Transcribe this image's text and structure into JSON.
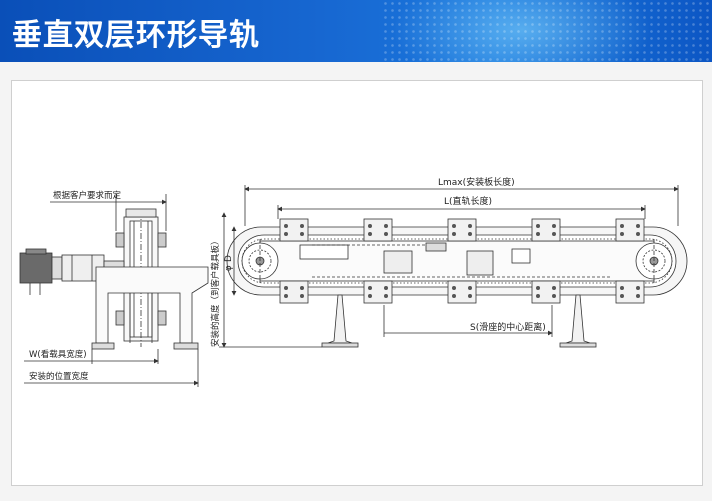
{
  "header": {
    "title": "垂直双层环形导轨"
  },
  "labels": {
    "custom_req": "根据客户要求而定",
    "w_label": "W(看载具宽度)",
    "install_width": "安装的位置宽度",
    "lmax": "Lmax(安装板长度)",
    "l_rail": "L(直轨长度)",
    "s_label": "S(滑座的中心距离)",
    "d_label": "D",
    "phi_label": "φ",
    "height_label": "安装的高度（到客户载具板）"
  },
  "colors": {
    "header_bg": "#1767d1",
    "line": "#333333",
    "motor": "#555555"
  }
}
